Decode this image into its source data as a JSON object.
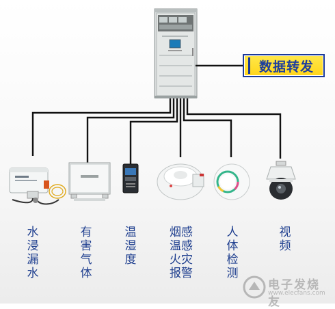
{
  "title_tag": "数据转发",
  "devices": [
    {
      "icon": "water-leak-sensor-icon",
      "label": "水浸漏水"
    },
    {
      "icon": "gas-detector-icon",
      "label": "有害气体"
    },
    {
      "icon": "temperature-humidity-sensor-icon",
      "label": "温湿度"
    },
    {
      "icon": "smoke-detector-icon",
      "label": "烟感温感火灾报警"
    },
    {
      "icon": "human-body-detector-icon",
      "label": "人体检测"
    },
    {
      "icon": "video-camera-icon",
      "label": "视频"
    }
  ],
  "cabinet": {
    "icon": "server-cabinet-icon"
  },
  "watermark": {
    "cn": "电子发烧友",
    "en": "www.elecfans.com"
  },
  "colors": {
    "label_text": "#1f3f8f",
    "tag_bg": "#ffd51a",
    "tag_border": "#1a3a9a",
    "lines": "#111111"
  }
}
